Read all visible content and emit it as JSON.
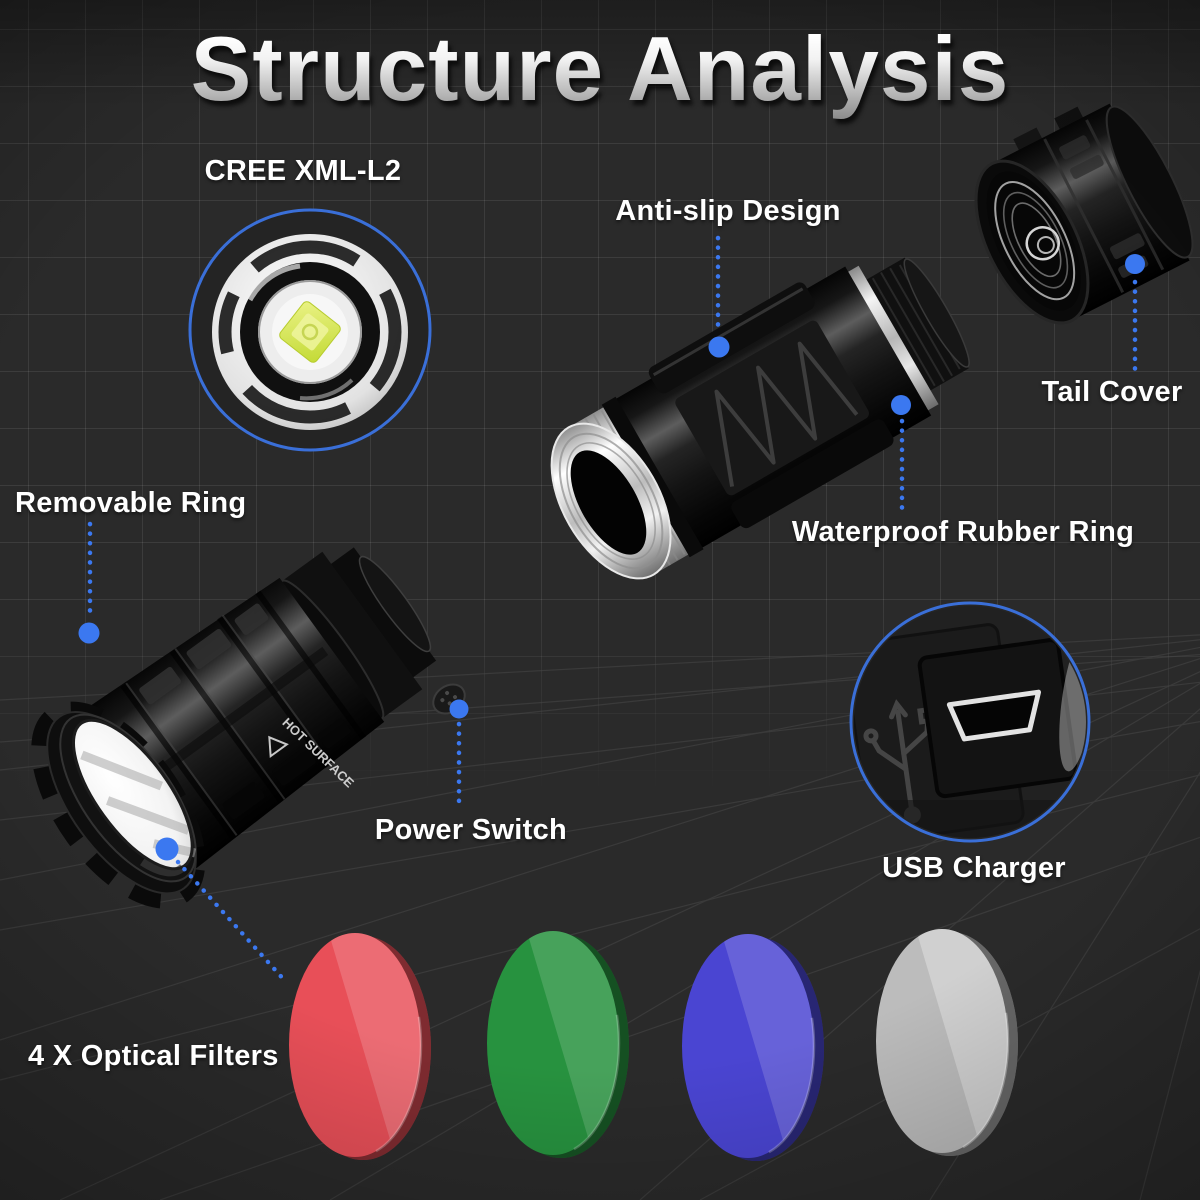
{
  "title": "Structure Analysis",
  "callouts": {
    "cree": {
      "label": "CREE XML-L2"
    },
    "antislip": {
      "label": "Anti-slip Design"
    },
    "tail": {
      "label": "Tail Cover"
    },
    "removable": {
      "label": "Removable Ring"
    },
    "waterproof": {
      "label": "Waterproof Rubber Ring"
    },
    "power": {
      "label": "Power Switch"
    },
    "usb": {
      "label": "USB Charger"
    },
    "filters": {
      "label": "4 X Optical Filters"
    }
  },
  "flashlight": {
    "body_text": "HOT SURFACE"
  },
  "filters": {
    "items": [
      {
        "name": "red",
        "color": "#e84f58"
      },
      {
        "name": "green",
        "color": "#27923f"
      },
      {
        "name": "blue",
        "color": "#4a45d2"
      },
      {
        "name": "white",
        "color": "#bcbcbc"
      }
    ]
  },
  "colors": {
    "background": "#2a2a2a",
    "grid_line": "#3d3d3d",
    "accent_ring": "#3a6fd8",
    "accent_dot": "#3b78f0",
    "led_die": "#d4e24c",
    "label_text": "#ffffff"
  }
}
